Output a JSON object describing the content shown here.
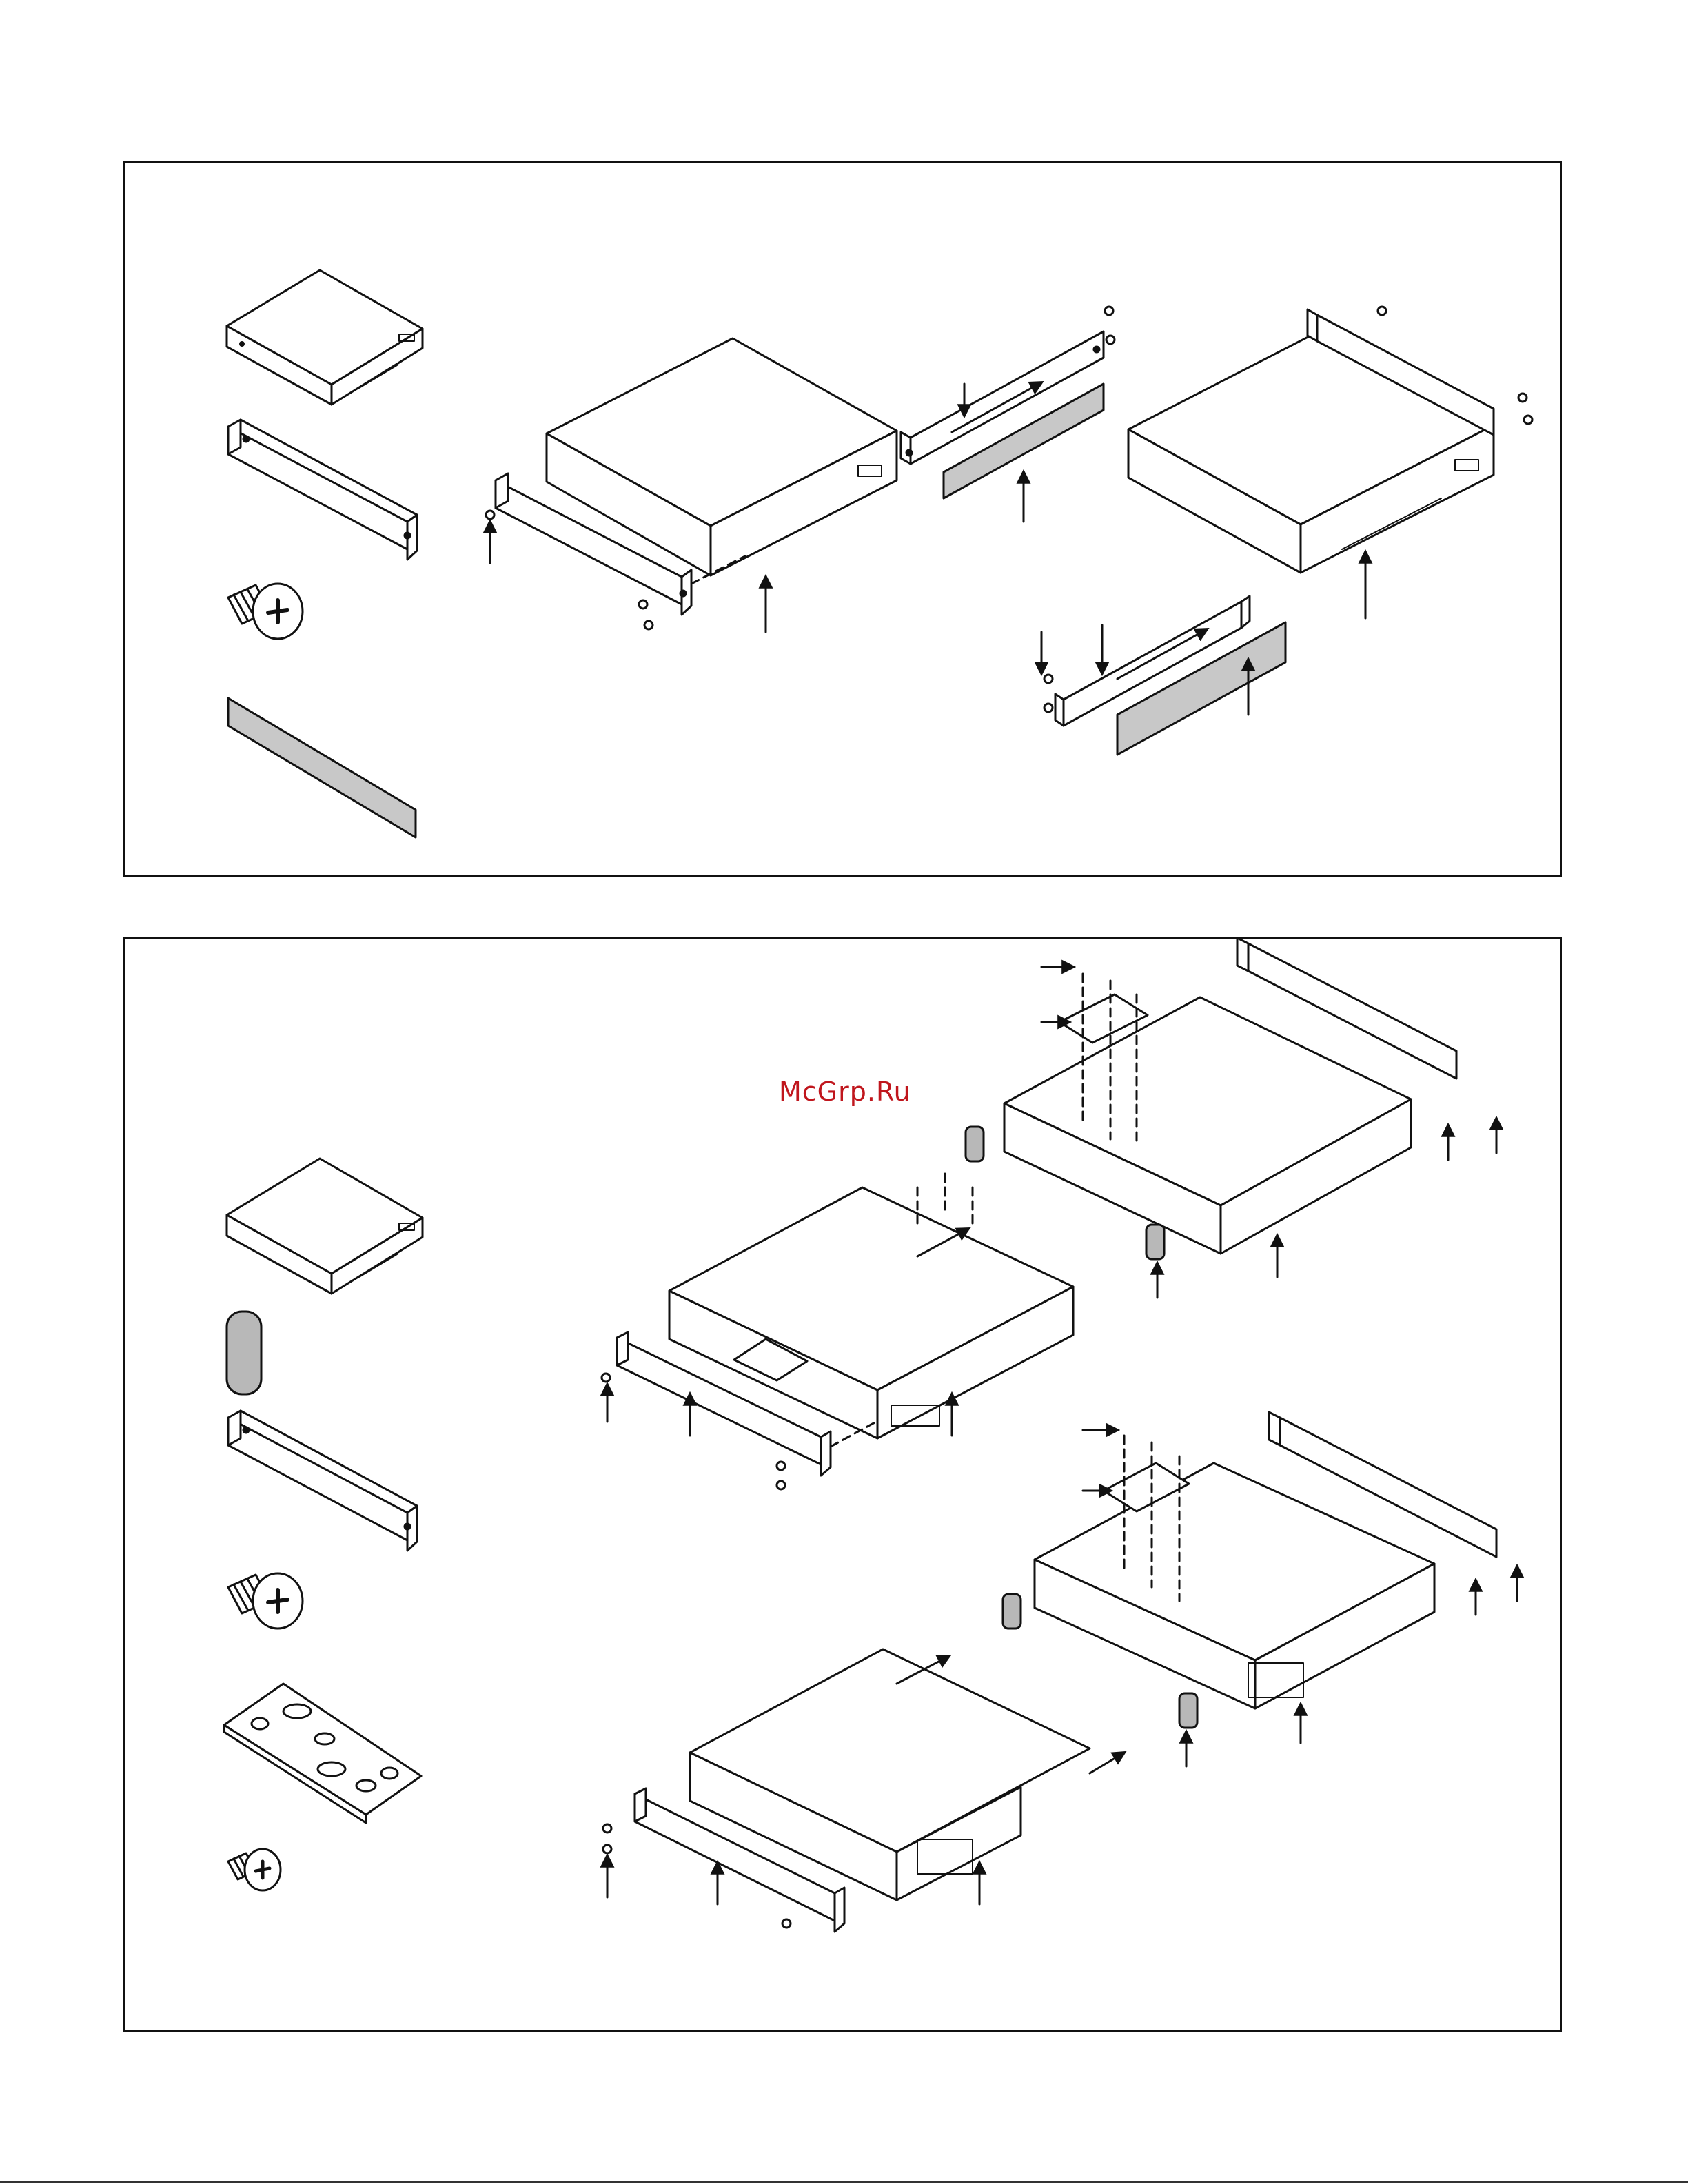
{
  "watermark": {
    "text": "McGrp.Ru",
    "color": "#c0161d"
  },
  "colors": {
    "line": "#111111",
    "label_plate": "#c8c8c8",
    "fill": "#ffffff"
  },
  "panels": [
    {
      "id": "single-rack-mount",
      "parts_legend": [
        "device-unit",
        "rack-ear",
        "rack-screw",
        "label-plate"
      ]
    },
    {
      "id": "dual-rack-mount",
      "parts_legend": [
        "device-unit",
        "rubber-foot",
        "rack-ear",
        "rack-screw",
        "joining-plate",
        "small-screw"
      ]
    }
  ]
}
